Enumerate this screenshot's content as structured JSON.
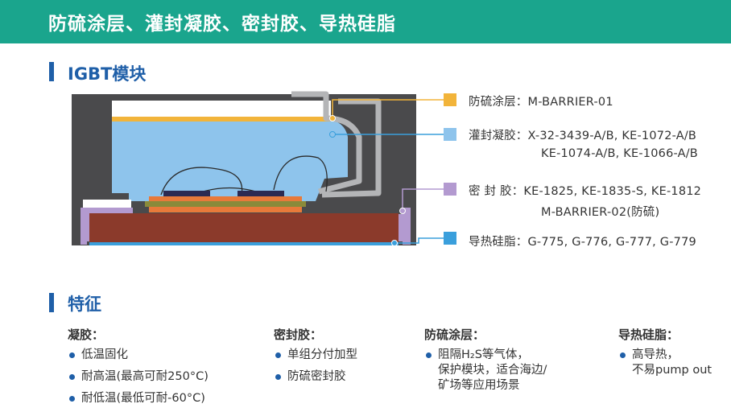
{
  "header": {
    "title": "防硫涂层、灌封凝胶、密封胶、导热硅脂"
  },
  "module_section": {
    "title": "IGBT模块"
  },
  "legend": [
    {
      "color": "#f2b43a",
      "lines": [
        "防硫涂层：M-BARRIER-01"
      ]
    },
    {
      "color": "#8ec4ec",
      "lines": [
        "灌封凝胶：X-32-3439-A/B, KE-1072-A/B",
        "KE-1074-A/B, KE-1066-A/B"
      ]
    },
    {
      "color": "#b39ad0",
      "lines": [
        "密  封  胶：KE-1825, KE-1835-S, KE-1812",
        "M-BARRIER-02(防硫)"
      ]
    },
    {
      "color": "#3a9fdc",
      "lines": [
        "导热硅脂：G-775, G-776, G-777, G-779"
      ]
    }
  ],
  "features_section": {
    "title": "特征"
  },
  "features": [
    {
      "heading": "凝胶：",
      "items": [
        "低温固化",
        "耐高温(最高可耐250°C)",
        "耐低温(最低可耐-60°C)"
      ]
    },
    {
      "heading": "密封胶：",
      "items": [
        "单组分付加型",
        "防硫密封胶"
      ]
    },
    {
      "heading": "防硫涂层：",
      "items": [
        "阻隔H₂S等气体，",
        "保护模块，适合海边/",
        "矿场等应用场景"
      ]
    },
    {
      "heading": "导热硅脂：",
      "items": [
        "高导热，",
        "不易pump out"
      ]
    }
  ]
}
